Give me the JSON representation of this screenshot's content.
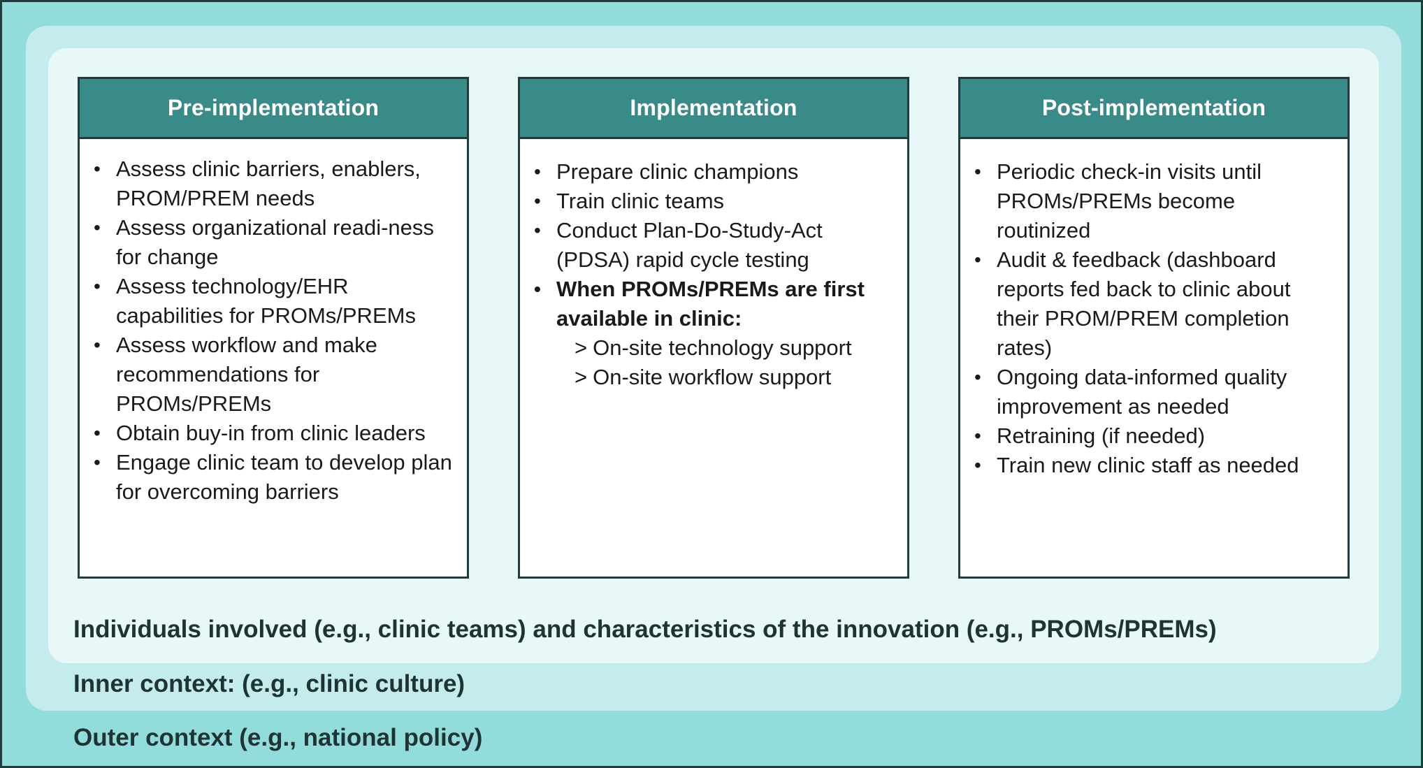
{
  "columns": [
    {
      "title": "Pre-implementation",
      "items": [
        {
          "text": "Assess clinic barriers, enablers, PROM/PREM needs",
          "bold": false
        },
        {
          "text": "Assess organizational readi-ness for change",
          "bold": false
        },
        {
          "text": "Assess technology/EHR capabilities for PROMs/PREMs",
          "bold": false
        },
        {
          "text": "Assess workflow and make recommendations for PROMs/PREMs",
          "bold": false
        },
        {
          "text": "Obtain buy-in from clinic leaders",
          "bold": false
        },
        {
          "text": "Engage clinic team to develop plan for overcoming barriers",
          "bold": false
        }
      ]
    },
    {
      "title": "Implementation",
      "items": [
        {
          "text": "Prepare clinic champions",
          "bold": false
        },
        {
          "text": "Train clinic teams",
          "bold": false
        },
        {
          "text": "Conduct Plan-Do-Study-Act (PDSA) rapid cycle testing",
          "bold": false
        },
        {
          "text": "When PROMs/PREMs are first available in clinic:",
          "bold": true,
          "sub": [
            "On-site technology support",
            "On-site workflow support"
          ]
        }
      ]
    },
    {
      "title": "Post-implementation",
      "items": [
        {
          "text": "Periodic check-in visits until PROMs/PREMs become routinized",
          "bold": false
        },
        {
          "text": "Audit & feedback (dashboard reports fed back to clinic about their PROM/PREM completion rates)",
          "bold": false
        },
        {
          "text": "Ongoing data-informed quality improvement as needed",
          "bold": false
        },
        {
          "text": "Retraining (if needed)",
          "bold": false
        },
        {
          "text": "Train new clinic staff as needed",
          "bold": false
        }
      ]
    }
  ],
  "sub_marker": ">",
  "labels": {
    "individuals": "Individuals involved (e.g., clinic teams) and characteristics of the innovation (e.g., PROMs/PREMs)",
    "inner_context": "Inner context: (e.g., clinic culture)",
    "outer_context": "Outer context (e.g., national policy)"
  },
  "colors": {
    "outer": "#93dcdc",
    "inner": "#c4ecec",
    "individuals": "#e8f7f7",
    "header": "#398b8a",
    "border": "#1f3d3d"
  }
}
